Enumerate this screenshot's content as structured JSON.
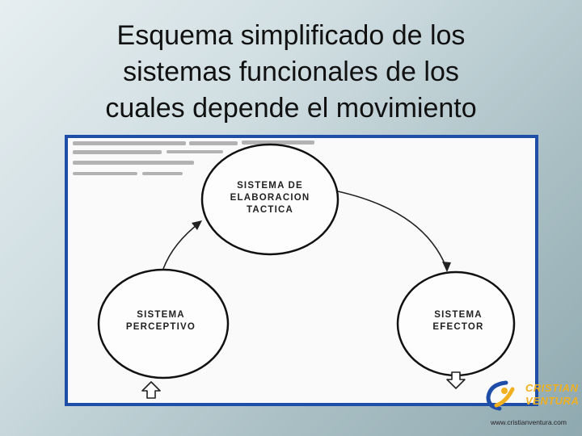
{
  "title": {
    "line1": "Esquema simplificado de los",
    "line2": "sistemas funcionales de los",
    "line3": "cuales depende el movimiento"
  },
  "diagram": {
    "nodes": {
      "elaboracion": {
        "line1": "SISTEMA DE",
        "line2": "ELABORACION",
        "line3": "TACTICA"
      },
      "perceptivo": {
        "line1": "SISTEMA",
        "line2": "PERCEPTIVO"
      },
      "efector": {
        "line1": "SISTEMA",
        "line2": "EFECTOR"
      }
    },
    "connections": [
      {
        "from": "perceptivo",
        "to": "elaboracion"
      },
      {
        "from": "elaboracion",
        "to": "efector"
      }
    ],
    "input": "arrow-up-outline-icon",
    "output": "arrow-down-outline-icon"
  },
  "branding": {
    "logo_line1": "CRISTIAN",
    "logo_line2": "VENTURA",
    "website": "www.cristianventura.com"
  },
  "colors": {
    "frame": "#1f4ea8",
    "logo_accent": "#f0b020",
    "logo_blue": "#1f4ea8"
  }
}
